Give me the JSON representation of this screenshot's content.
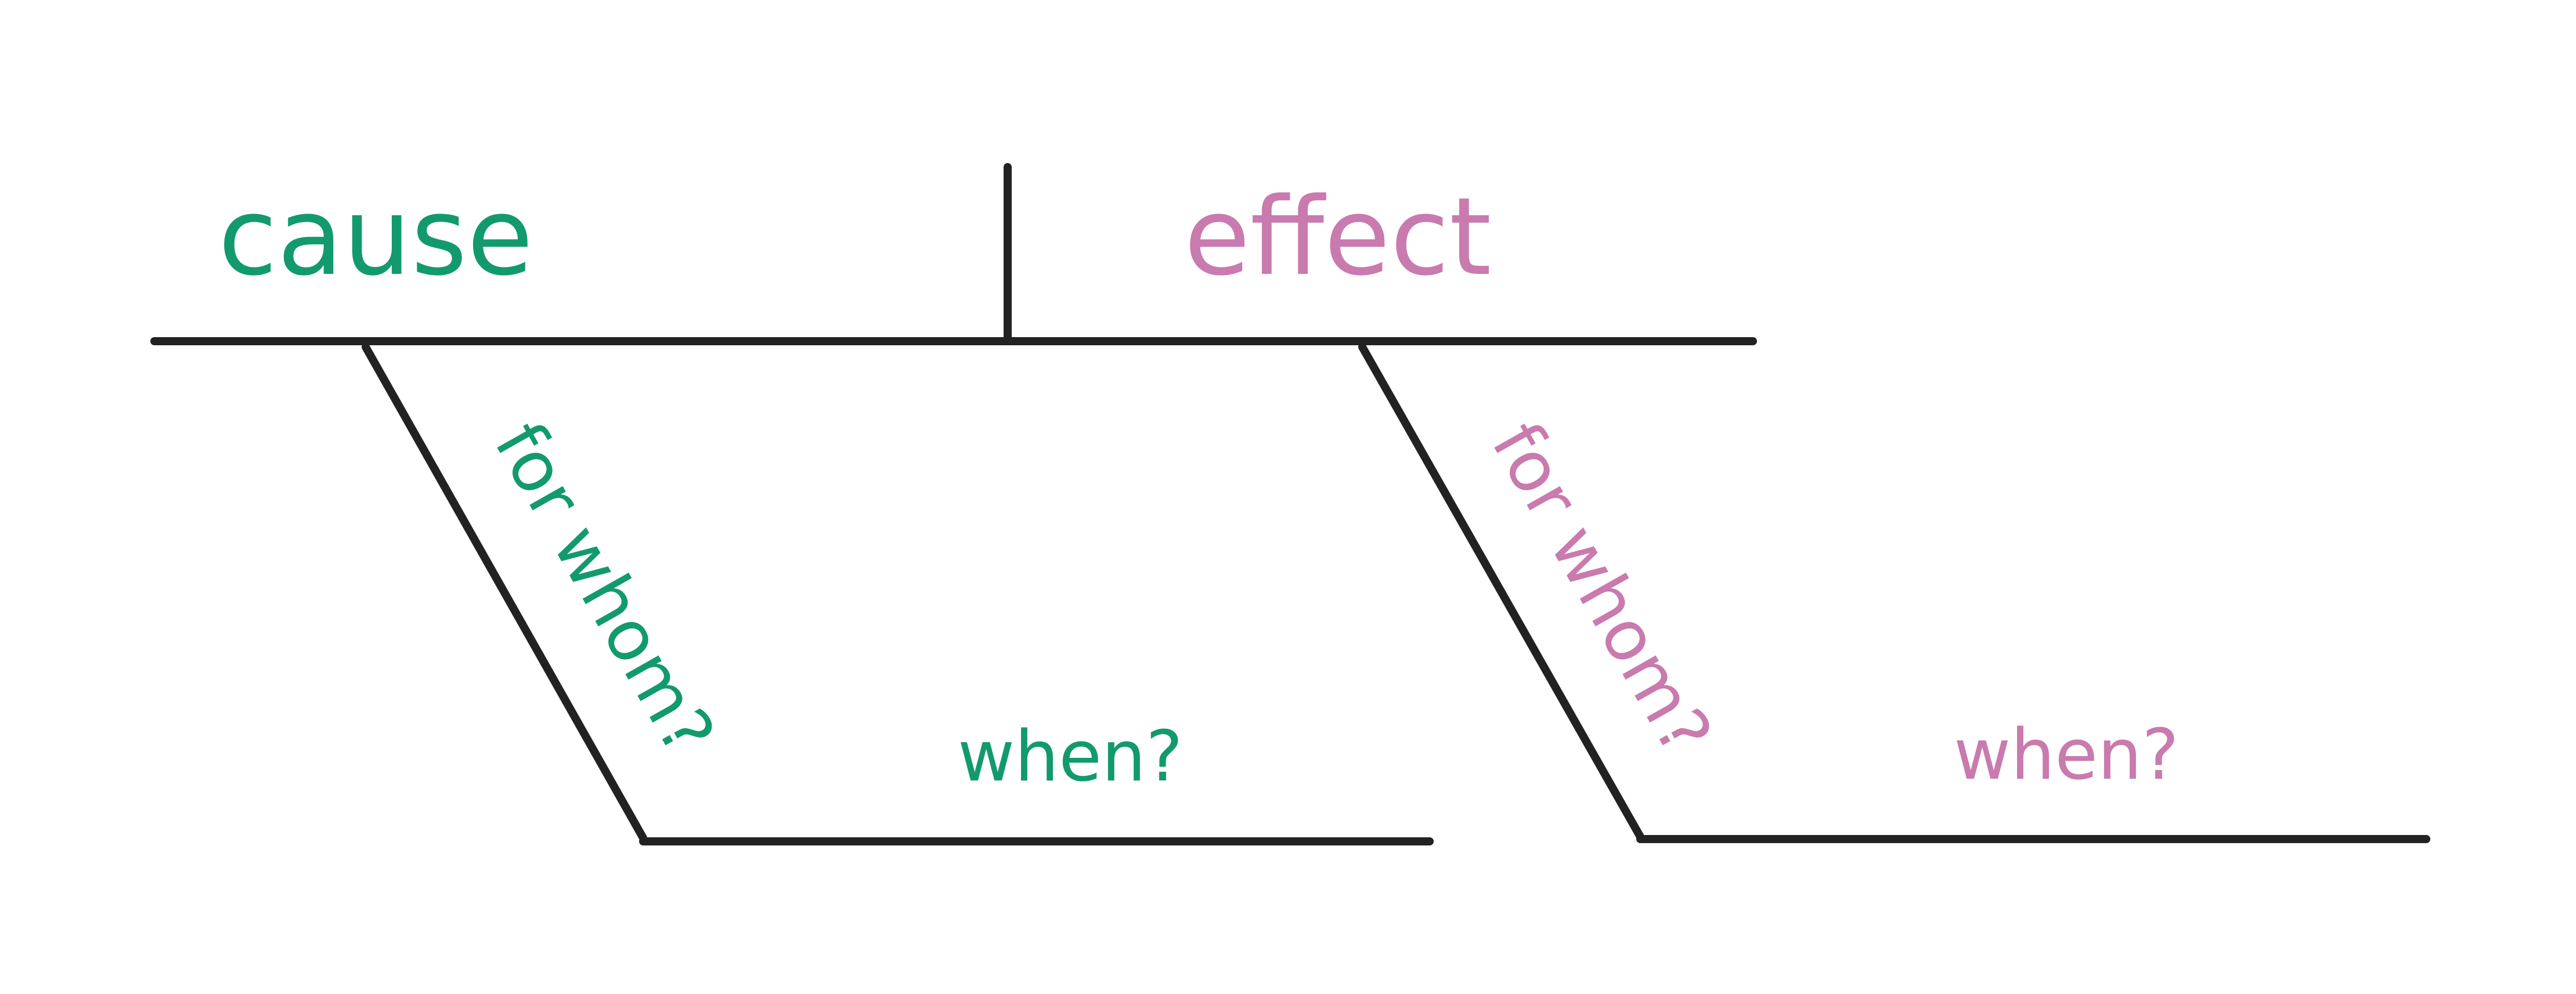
{
  "diagram": {
    "cause": {
      "label": "cause",
      "color": "#129a6e",
      "for_whom": "for whom?",
      "when": "when?"
    },
    "effect": {
      "label": "effect",
      "color": "#c97aae",
      "for_whom": "for whom?",
      "when": "when?"
    },
    "line_color": "#222222"
  }
}
